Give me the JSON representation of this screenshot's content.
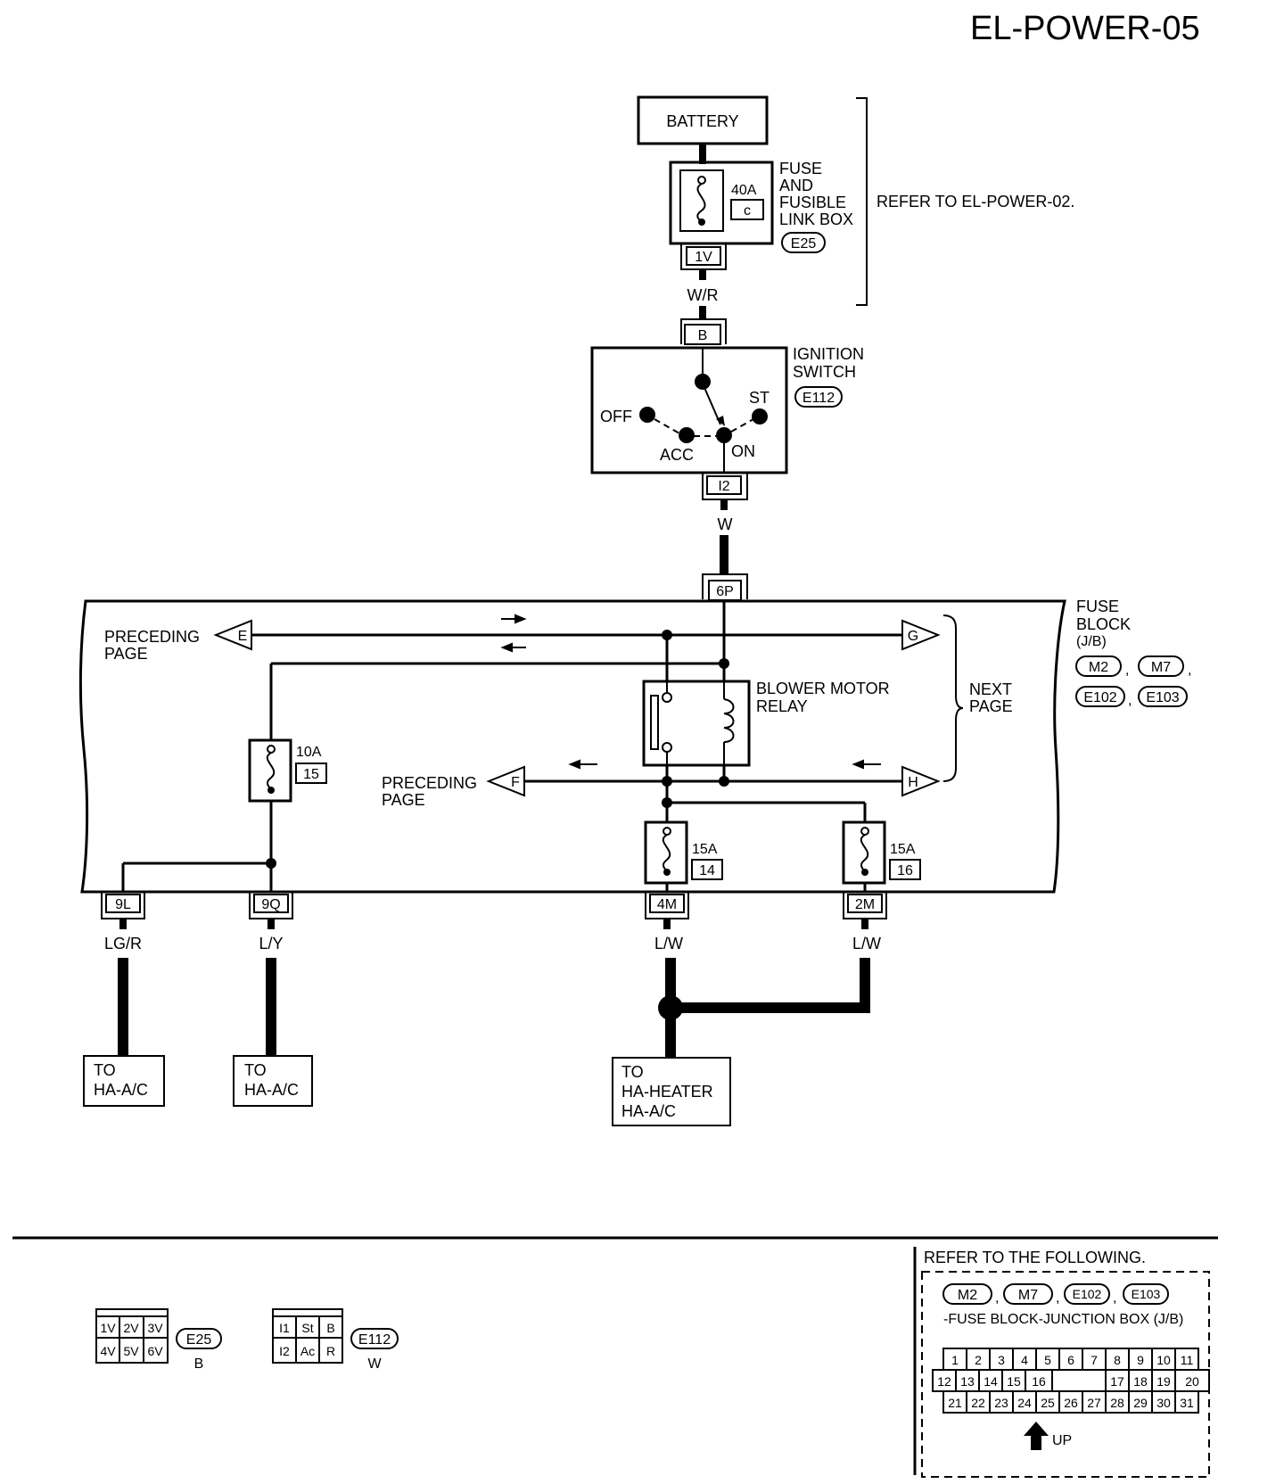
{
  "page_title": "EL-POWER-05",
  "battery": {
    "label": "BATTERY"
  },
  "fuse_link_box": {
    "rating": "40A",
    "slot": "c",
    "label_lines": [
      "FUSE",
      "AND",
      "FUSIBLE",
      "LINK BOX"
    ],
    "connector": "E25",
    "terminal": "1V"
  },
  "refer_top": "REFER TO EL-POWER-02.",
  "wire_battery_to_ignition": "W/R",
  "ignition_switch": {
    "label_lines": [
      "IGNITION",
      "SWITCH"
    ],
    "connector": "E112",
    "input_terminal": "B",
    "output_terminal": "I2",
    "positions": {
      "off": "OFF",
      "acc": "ACC",
      "on": "ON",
      "st": "ST"
    }
  },
  "wire_ignition_to_fuse_block": "W",
  "fuse_block": {
    "input_terminal": "6P",
    "label_lines": [
      "FUSE",
      "BLOCK",
      "(J/B)"
    ],
    "connectors": [
      "M2",
      "M7",
      "E102",
      "E103"
    ]
  },
  "offpage": {
    "e_letter": "E",
    "f_letter": "F",
    "g_letter": "G",
    "h_letter": "H",
    "preceding_page": [
      "PRECEDING",
      "PAGE"
    ],
    "next_page": [
      "NEXT",
      "PAGE"
    ]
  },
  "blower_relay": {
    "label_lines": [
      "BLOWER MOTOR",
      "RELAY"
    ]
  },
  "fuses": [
    {
      "rating": "10A",
      "number": "15"
    },
    {
      "rating": "15A",
      "number": "14"
    },
    {
      "rating": "15A",
      "number": "16"
    }
  ],
  "outputs": [
    {
      "terminal": "9L",
      "wire": "LG/R",
      "dest": [
        "TO",
        "HA-A/C"
      ]
    },
    {
      "terminal": "9Q",
      "wire": "L/Y",
      "dest": [
        "TO",
        "HA-A/C"
      ]
    },
    {
      "terminal": "4M",
      "wire": "L/W",
      "dest": [
        "TO",
        "HA-HEATER",
        "HA-A/C"
      ]
    },
    {
      "terminal": "2M",
      "wire": "L/W"
    }
  ],
  "connector_views": {
    "e25": {
      "cells": [
        "1V",
        "2V",
        "3V",
        "4V",
        "5V",
        "6V"
      ],
      "tag": "E25",
      "color": "B"
    },
    "e112": {
      "cells": [
        "I1",
        "St",
        "B",
        "I2",
        "Ac",
        "R"
      ],
      "tag": "E112",
      "color": "W"
    }
  },
  "refer_box": {
    "title": "REFER TO THE FOLLOWING.",
    "connectors": [
      "M2",
      "M7",
      "E102",
      "E103"
    ],
    "caption": "-FUSE BLOCK-JUNCTION BOX (J/B)",
    "row1": [
      "1",
      "2",
      "3",
      "4",
      "5",
      "6",
      "7",
      "8",
      "9",
      "10",
      "11"
    ],
    "row2_left": [
      "12",
      "13",
      "14",
      "15",
      "16"
    ],
    "row2_right": [
      "17",
      "18",
      "19",
      "20"
    ],
    "row3": [
      "21",
      "22",
      "23",
      "24",
      "25",
      "26",
      "27",
      "28",
      "29",
      "30",
      "31"
    ],
    "up_label": "UP"
  }
}
